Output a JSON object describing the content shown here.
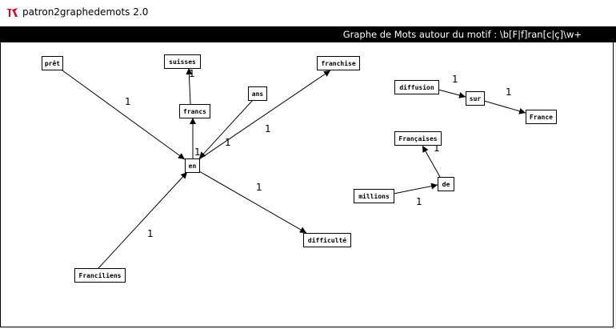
{
  "window": {
    "title": "patron2graphedemots 2.0",
    "icon": "tk-feather-icon"
  },
  "graph": {
    "header": "Graphe de Mots autour du motif : \\b[F|f]ran[c|ç]\\w+",
    "nodes": [
      {
        "id": "pret",
        "label": "prêt"
      },
      {
        "id": "suisses",
        "label": "suisses"
      },
      {
        "id": "francs",
        "label": "francs"
      },
      {
        "id": "ans",
        "label": "ans"
      },
      {
        "id": "franchise",
        "label": "franchise"
      },
      {
        "id": "en",
        "label": "en"
      },
      {
        "id": "difficulte",
        "label": "difficulté"
      },
      {
        "id": "franciliens",
        "label": "Franciliens"
      },
      {
        "id": "diffusion",
        "label": "diffusion"
      },
      {
        "id": "sur",
        "label": "sur"
      },
      {
        "id": "france",
        "label": "France"
      },
      {
        "id": "francaises",
        "label": "Françaises"
      },
      {
        "id": "de",
        "label": "de"
      },
      {
        "id": "millions",
        "label": "millions"
      }
    ],
    "edges": [
      {
        "from": "pret",
        "to": "en",
        "weight": "1"
      },
      {
        "from": "francs",
        "to": "suisses",
        "weight": "1"
      },
      {
        "from": "en",
        "to": "francs",
        "weight": "1"
      },
      {
        "from": "ans",
        "to": "en",
        "weight": "1"
      },
      {
        "from": "en",
        "to": "franchise",
        "weight": "1"
      },
      {
        "from": "en",
        "to": "difficulte",
        "weight": "1"
      },
      {
        "from": "franciliens",
        "to": "en",
        "weight": "1"
      },
      {
        "from": "diffusion",
        "to": "sur",
        "weight": "1"
      },
      {
        "from": "sur",
        "to": "france",
        "weight": "1"
      },
      {
        "from": "de",
        "to": "francaises",
        "weight": "1"
      },
      {
        "from": "millions",
        "to": "de",
        "weight": "1"
      }
    ]
  }
}
